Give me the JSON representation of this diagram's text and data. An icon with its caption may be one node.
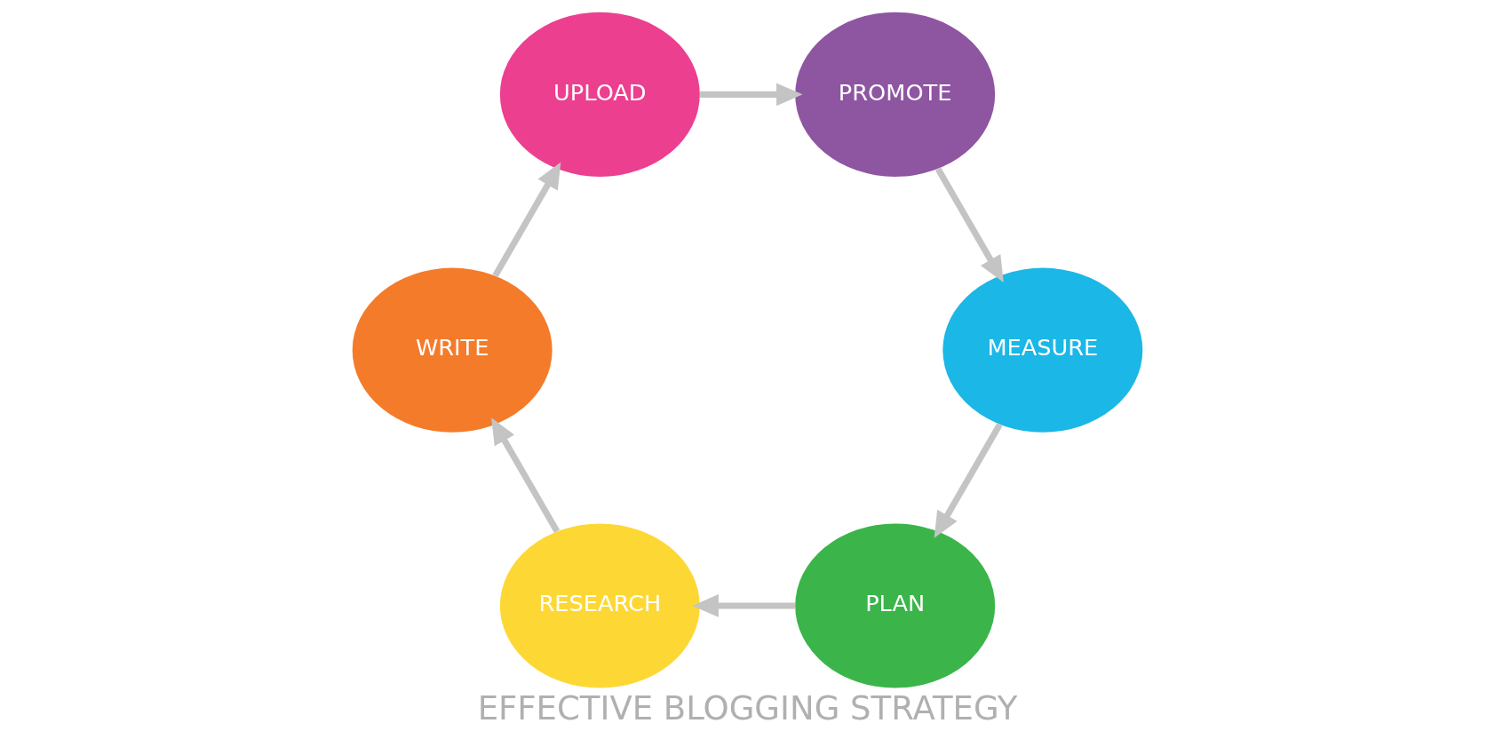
{
  "diagram": {
    "title": "EFFECTIVE BLOGGING STRATEGY",
    "nodes": [
      {
        "text": [
          "PLAN"
        ]
      },
      {
        "text": [
          "RESEARCH"
        ]
      },
      {
        "text": [
          "WRITE"
        ]
      },
      {
        "text": [
          "UPLOAD"
        ]
      },
      {
        "text": [
          "PROMOTE"
        ]
      },
      {
        "text": [
          "MEASURE"
        ]
      }
    ],
    "edges": [
      {
        "from": 0,
        "to": 1,
        "arrow": "to"
      },
      {
        "from": 1,
        "to": 2,
        "arrow": "to"
      },
      {
        "from": 2,
        "to": 3,
        "arrow": "to"
      },
      {
        "from": 3,
        "to": 4,
        "arrow": "to"
      },
      {
        "from": 4,
        "to": 5,
        "arrow": "to"
      },
      {
        "from": 5,
        "to": 0,
        "arrow": "to"
      }
    ]
  }
}
